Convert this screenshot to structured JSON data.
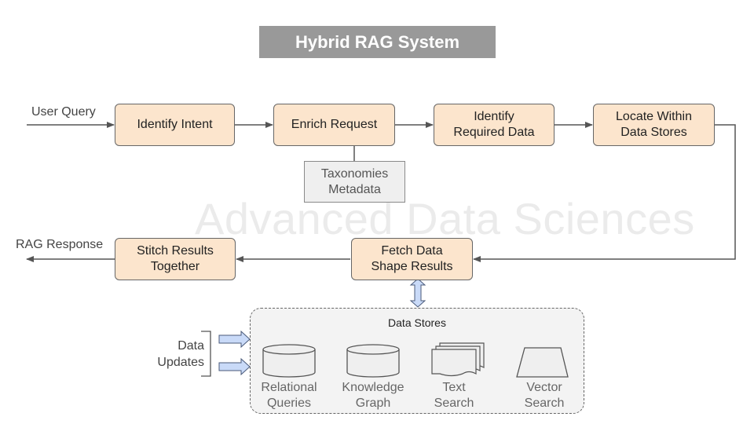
{
  "title": "Hybrid RAG System",
  "watermark": "Advanced Data Sciences",
  "inputs": {
    "user_query": "User Query",
    "rag_response": "RAG Response"
  },
  "nodes": {
    "identify_intent": "Identify Intent",
    "enrich_request": "Enrich Request",
    "identify_required_data": "Identify\nRequired Data",
    "locate_data_stores": "Locate Within\nData Stores",
    "fetch_data": "Fetch Data\nShape Results",
    "stitch_results": "Stitch Results\nTogether"
  },
  "note": "Taxonomies\nMetadata",
  "data_stores": {
    "title": "Data Stores",
    "items": [
      {
        "label": "Relational\nQueries",
        "icon": "database-cylinder-icon"
      },
      {
        "label": "Knowledge\nGraph",
        "icon": "database-cylinder-icon"
      },
      {
        "label": "Text\nSearch",
        "icon": "document-stack-icon"
      },
      {
        "label": "Vector\nSearch",
        "icon": "trapezoid-icon"
      }
    ]
  },
  "data_updates": "Data\nUpdates",
  "colors": {
    "node_fill": "#fce5cd",
    "title_fill": "#999999",
    "note_fill": "#efefef",
    "store_fill": "#f3f3f3",
    "update_arrow": "#c9daf8"
  }
}
